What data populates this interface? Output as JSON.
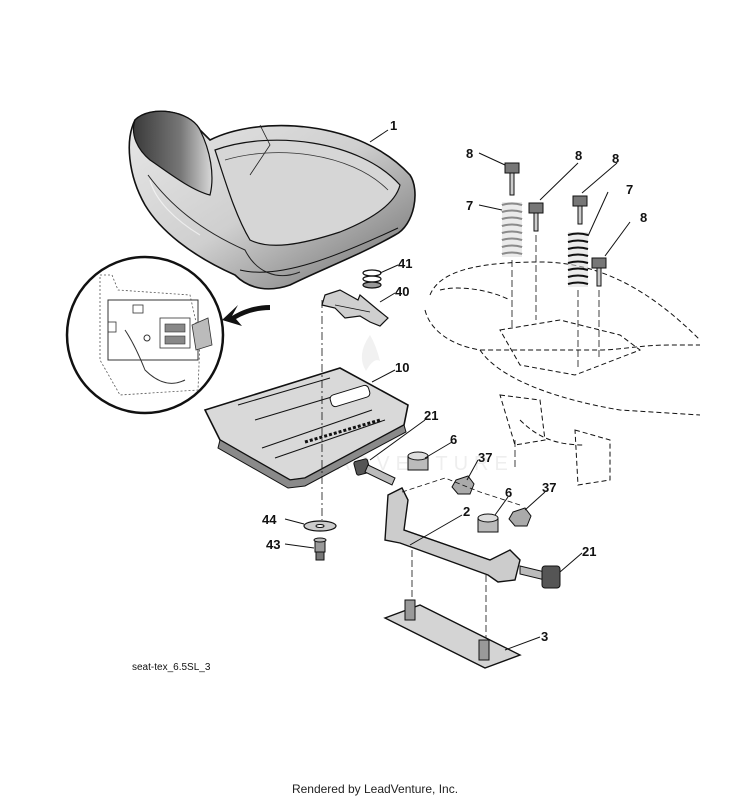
{
  "drawing_code": "seat-tex_6.5SL_3",
  "credit": "Rendered by LeadVenture, Inc.",
  "watermark": "LEADVENTURE",
  "callouts": [
    {
      "n": "1"
    },
    {
      "n": "8"
    },
    {
      "n": "8"
    },
    {
      "n": "8"
    },
    {
      "n": "7"
    },
    {
      "n": "7"
    },
    {
      "n": "8"
    },
    {
      "n": "41"
    },
    {
      "n": "40"
    },
    {
      "n": "10"
    },
    {
      "n": "21"
    },
    {
      "n": "6"
    },
    {
      "n": "37"
    },
    {
      "n": "6"
    },
    {
      "n": "37"
    },
    {
      "n": "2"
    },
    {
      "n": "44"
    },
    {
      "n": "43"
    },
    {
      "n": "21"
    },
    {
      "n": "3"
    }
  ]
}
